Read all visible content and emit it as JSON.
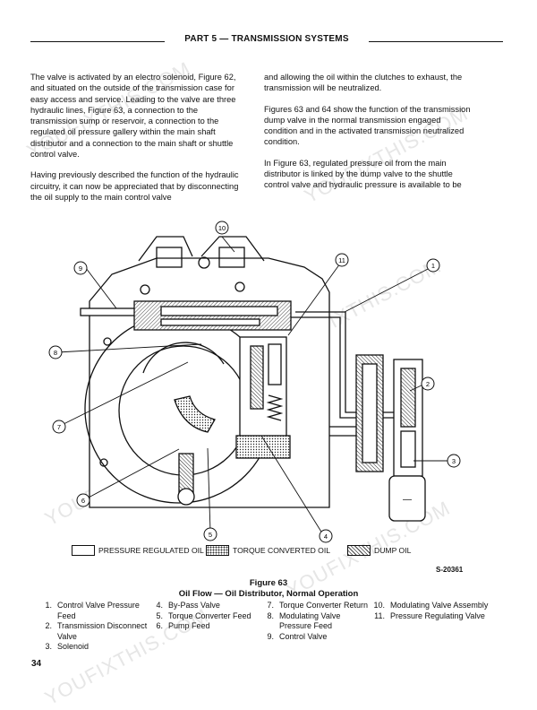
{
  "header": {
    "title": "PART 5 — TRANSMISSION SYSTEMS"
  },
  "body": {
    "left": [
      "The valve is activated by an electro solenoid, Figure 62, and situated on the outside of the transmission case for easy access and service. Leading to the valve are three hydraulic lines, Figure 63, a connection to the transmission sump or reservoir, a connection to the regulated oil pressure gallery within the main shaft distributor and a connection to the main shaft or shuttle control valve.",
      "Having previously described the function of the hydraulic circuitry, it can now be appreciated that by disconnecting the oil supply to the main control valve"
    ],
    "right": [
      "and allowing the oil within the clutches to exhaust, the transmission will be neutralized.",
      "Figures 63 and 64 show the function of the transmission dump valve in the normal transmission engaged condition and in the activated transmission neutralized condition.",
      "In Figure 63, regulated pressure oil from the main distributor is linked by the dump valve to the shuttle control valve and hydraulic pressure is available to be"
    ]
  },
  "figure": {
    "callouts": [
      "1",
      "2",
      "3",
      "4",
      "5",
      "6",
      "7",
      "8",
      "9",
      "10",
      "11"
    ],
    "solenoid_mark": "—",
    "legend": {
      "pressure": "PRESSURE REGULATED OIL",
      "torque": "TORQUE CONVERTED OIL",
      "dump": "DUMP OIL"
    },
    "code": "S-20361",
    "number": "Figure 63",
    "title": "Oil Flow — Oil Distributor, Normal Operation"
  },
  "parts": {
    "col1": [
      {
        "n": "1.",
        "t": "Control Valve Pressure Feed"
      },
      {
        "n": "2.",
        "t": "Transmission Disconnect Valve"
      },
      {
        "n": "3.",
        "t": "Solenoid"
      }
    ],
    "col2": [
      {
        "n": "4.",
        "t": "By-Pass Valve"
      },
      {
        "n": "5.",
        "t": "Torque Converter Feed"
      },
      {
        "n": "6.",
        "t": "Pump Feed"
      }
    ],
    "col3": [
      {
        "n": "7.",
        "t": "Torque Converter Return"
      },
      {
        "n": "8.",
        "t": "Modulating Valve Pressure Feed"
      },
      {
        "n": "9.",
        "t": "Control Valve"
      }
    ],
    "col4": [
      {
        "n": "10.",
        "t": "Modulating Valve Assembly"
      },
      {
        "n": "11.",
        "t": "Pressure Regulating Valve"
      }
    ]
  },
  "page": {
    "number": "34"
  },
  "watermark": {
    "text": "YOUFIXTHIS.COM"
  }
}
